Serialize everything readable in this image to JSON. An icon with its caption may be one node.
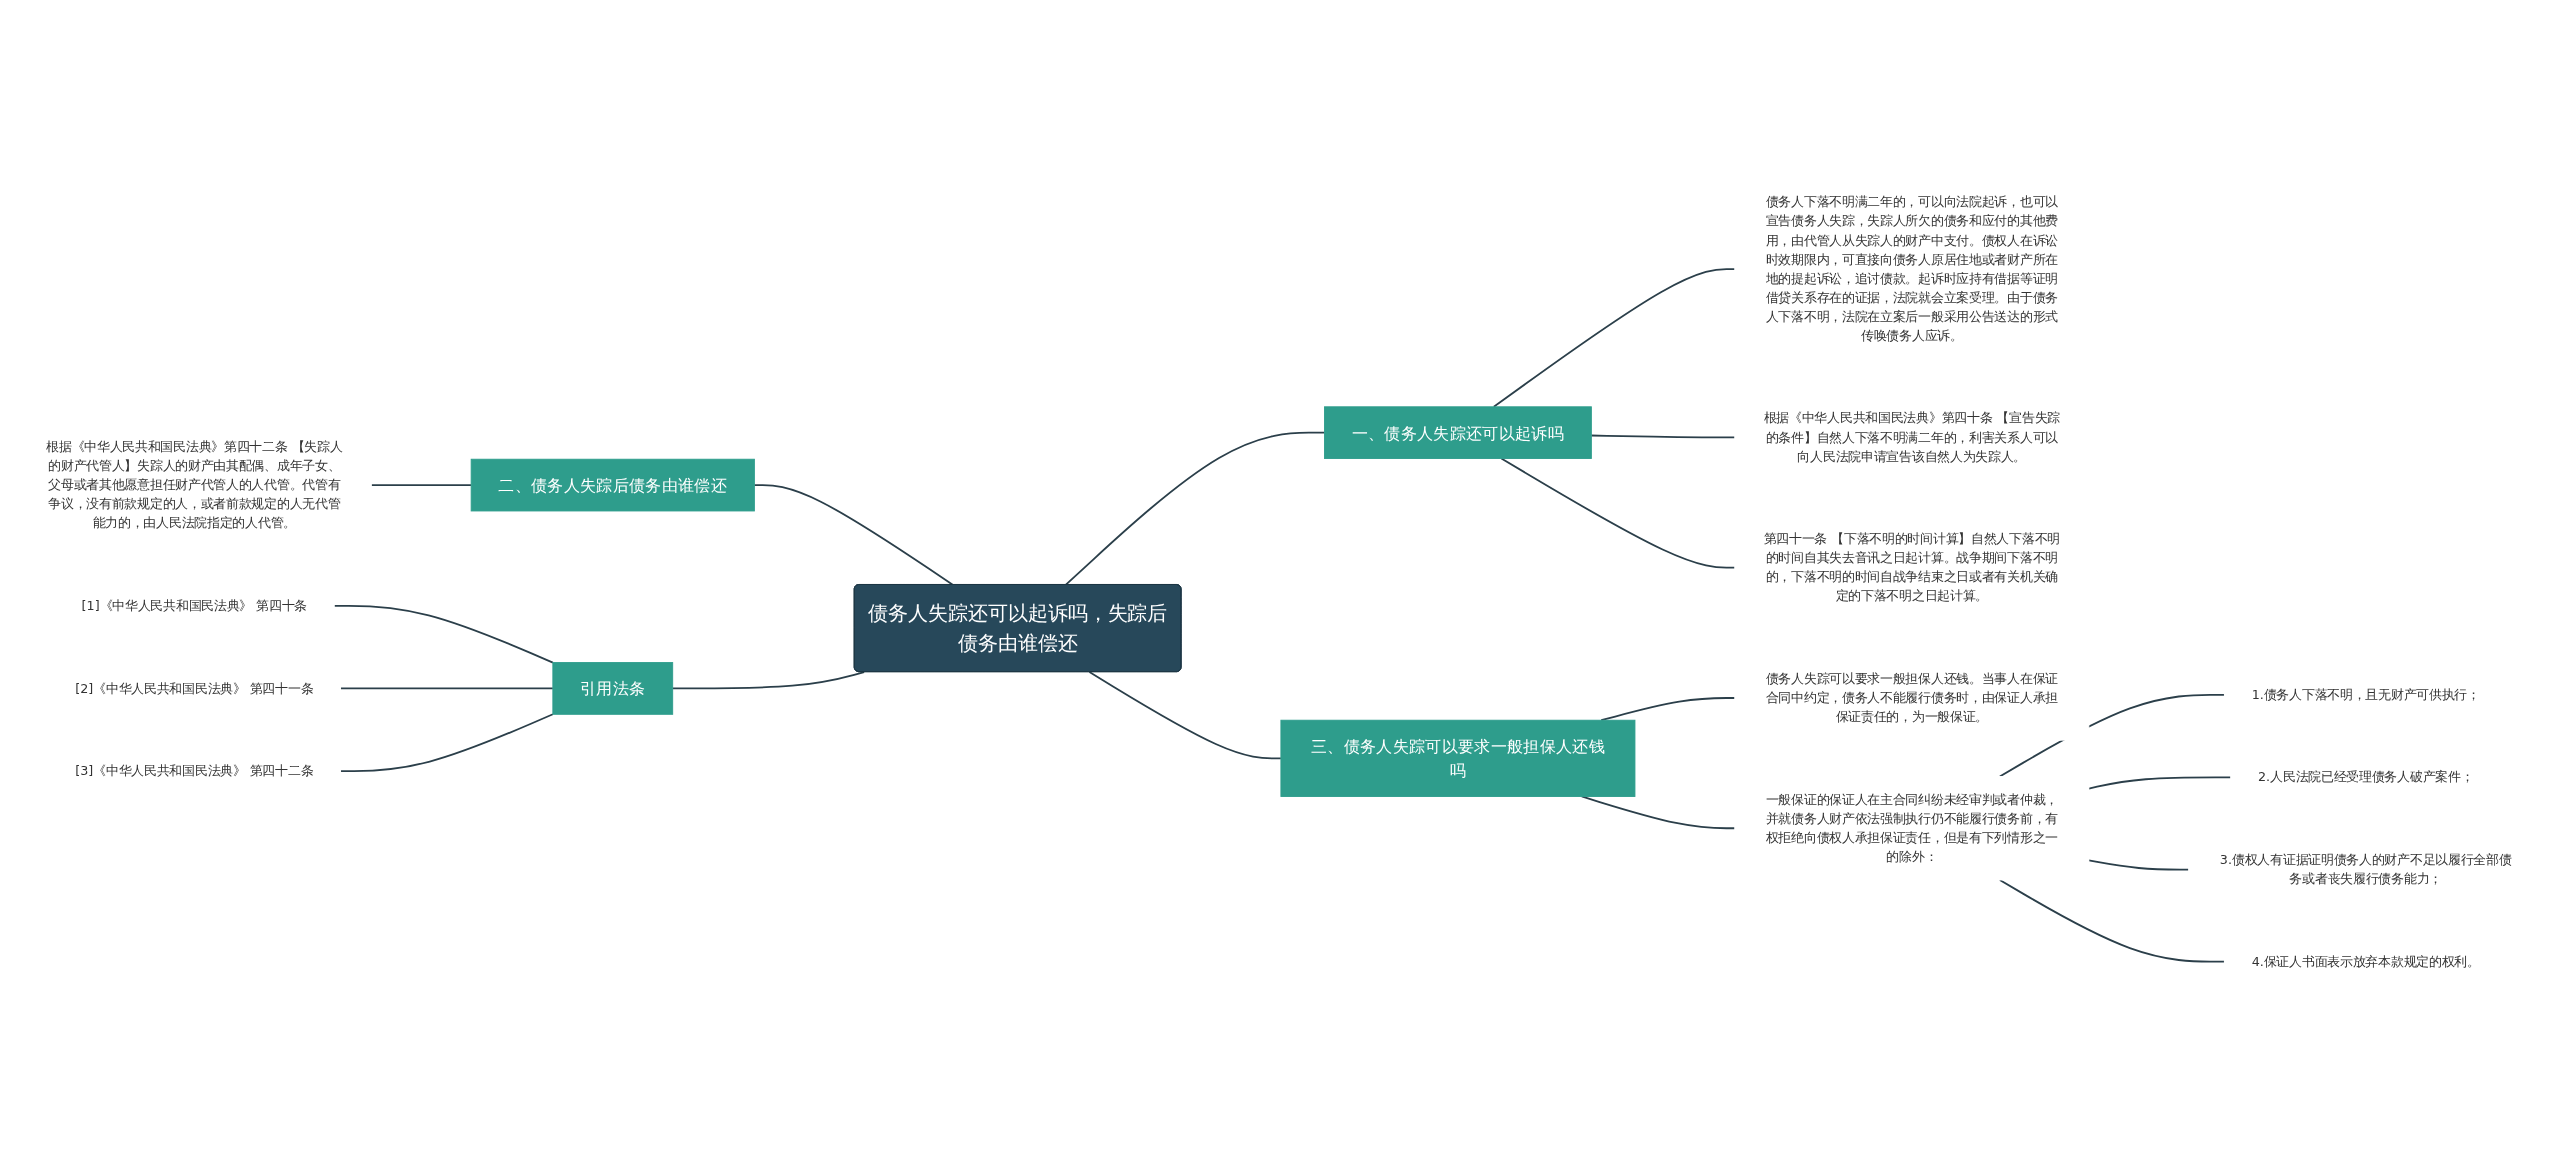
{
  "diagram": {
    "nodes": [
      {
        "text": [
          "债务人失踪还可以起诉吗，失踪后债务由谁偿还"
        ]
      },
      {
        "text": [
          "一、债务人失踪还可以起诉吗"
        ]
      },
      {
        "text": [
          "债务人下落不明满二年的，可以向法院起诉，也可以宣告债务人失踪，失踪人所欠的债务和应付的其他费用，由代管人从失踪人的财产中支付。债权人在诉讼时效期限内，可直接向债务人原居住地或者财产所在地的提起诉讼，追讨债款。起诉时应持有借据等证明借贷关系存在的证据，法院就会立案受理。由于债务人下落不明，法院在立案后一般采用公告送达的形式传唤债务人应诉。"
        ]
      },
      {
        "text": [
          "根据《中华人民共和国民法典》第四十条 【宣告失踪的条件】自然人下落不明满二年的，利害关系人可以向人民法院申请宣告该自然人为失踪人。"
        ]
      },
      {
        "text": [
          "第四十一条 【下落不明的时间计算】自然人下落不明的时间自其失去音讯之日起计算。战争期间下落不明的，下落不明的时间自战争结束之日或者有关机关确定的下落不明之日起计算。"
        ]
      },
      {
        "text": [
          "三、债务人失踪可以要求一般担保人还钱吗"
        ]
      },
      {
        "text": [
          "债务人失踪可以要求一般担保人还钱。当事人在保证合同中约定，债务人不能履行债务时，由保证人承担保证责任的，为一般保证。"
        ]
      },
      {
        "text": [
          "一般保证的保证人在主合同纠纷未经审判或者仲裁，并就债务人财产依法强制执行仍不能履行债务前，有权拒绝向债权人承担保证责任，但是有下列情形之一的除外："
        ]
      },
      {
        "text": [
          "1.债务人下落不明，且无财产可供执行；"
        ]
      },
      {
        "text": [
          "2.人民法院已经受理债务人破产案件；"
        ]
      },
      {
        "text": [
          "3.债权人有证据证明债务人的财产不足以履行全部债务或者丧失履行债务能力；"
        ]
      },
      {
        "text": [
          "4.保证人书面表示放弃本款规定的权利。"
        ]
      },
      {
        "text": [
          "二、债务人失踪后债务由谁偿还"
        ]
      },
      {
        "text": [
          "根据《中华人民共和国民法典》第四十二条 【失踪人的财产代管人】失踪人的财产由其配偶、成年子女、父母或者其他愿意担任财产代管人的人代管。代管有争议，没有前款规定的人，或者前款规定的人无代管能力的，由人民法院指定的人代管。"
        ]
      },
      {
        "text": [
          "引用法条"
        ]
      },
      {
        "text": [
          "[1]《中华人民共和国民法典》 第四十条"
        ]
      },
      {
        "text": [
          "[2]《中华人民共和国民法典》 第四十一条"
        ]
      },
      {
        "text": [
          "[3]《中华人民共和国民法典》 第四十二条"
        ]
      }
    ],
    "edges": [
      {
        "from": 0,
        "to": 1,
        "arrow": "none"
      },
      {
        "from": 1,
        "to": 2,
        "arrow": "none"
      },
      {
        "from": 1,
        "to": 3,
        "arrow": "none"
      },
      {
        "from": 1,
        "to": 4,
        "arrow": "none"
      },
      {
        "from": 0,
        "to": 5,
        "arrow": "none"
      },
      {
        "from": 5,
        "to": 6,
        "arrow": "none"
      },
      {
        "from": 5,
        "to": 7,
        "arrow": "none"
      },
      {
        "from": 7,
        "to": 8,
        "arrow": "none"
      },
      {
        "from": 7,
        "to": 9,
        "arrow": "none"
      },
      {
        "from": 7,
        "to": 10,
        "arrow": "none"
      },
      {
        "from": 7,
        "to": 11,
        "arrow": "none"
      },
      {
        "from": 0,
        "to": 12,
        "arrow": "none"
      },
      {
        "from": 12,
        "to": 13,
        "arrow": "none"
      },
      {
        "from": 0,
        "to": 14,
        "arrow": "none"
      },
      {
        "from": 14,
        "to": 15,
        "arrow": "none"
      },
      {
        "from": 14,
        "to": 16,
        "arrow": "none"
      },
      {
        "from": 14,
        "to": 17,
        "arrow": "none"
      }
    ]
  }
}
